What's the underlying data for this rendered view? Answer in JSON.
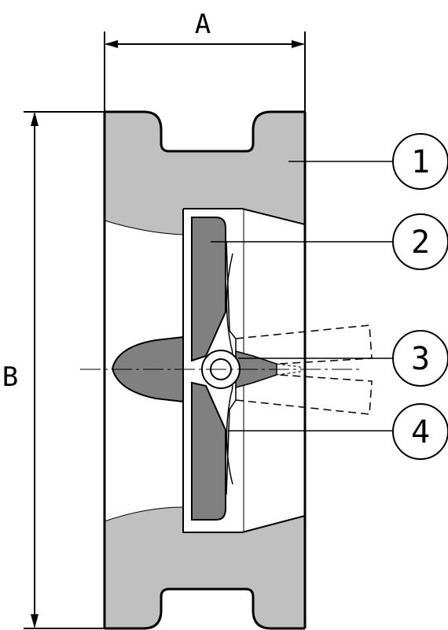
{
  "dimensions": {
    "width_label": "A",
    "height_label": "B"
  },
  "callouts": [
    "1",
    "2",
    "3",
    "4"
  ],
  "colors": {
    "body_fill": "#c0c0c0",
    "disc_fill": "#808080",
    "line": "#000000",
    "background": "#ffffff"
  }
}
